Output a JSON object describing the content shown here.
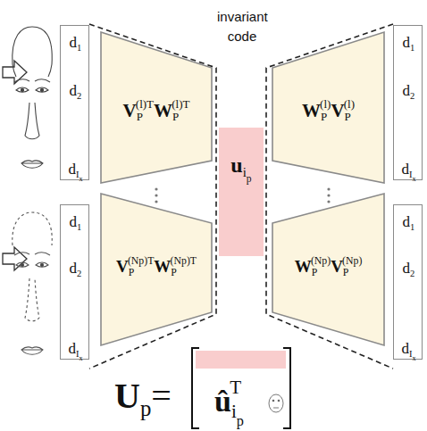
{
  "diagram": {
    "nodes": [
      {
        "text": [
          "d1",
          "d2",
          "dIx"
        ]
      },
      {
        "text": [
          "VP(l)TWP(l)T"
        ]
      },
      {
        "text": [
          "uip"
        ]
      },
      {
        "text": [
          "WP(l)VP(l)"
        ]
      },
      {
        "text": [
          "d1",
          "d2",
          "dIx"
        ]
      },
      {
        "text": [
          "d1",
          "d2",
          "dIx"
        ]
      },
      {
        "text": [
          "VP(Np)TWP(Np)T"
        ]
      },
      {
        "text": [
          "WP(Np)VP(Np)"
        ]
      },
      {
        "text": [
          "d1",
          "d2",
          "dIx"
        ]
      }
    ],
    "labels": [
      "invariant code",
      "Up=",
      "ûipT"
    ]
  }
}
